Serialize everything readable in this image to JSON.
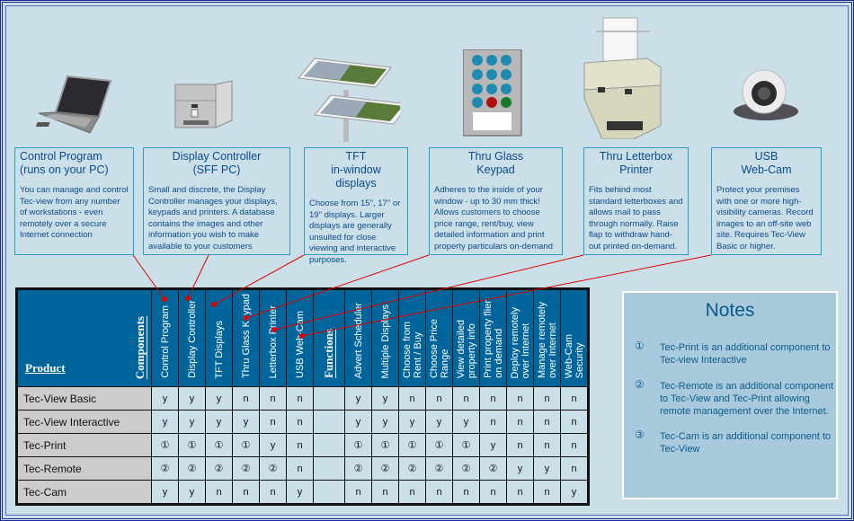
{
  "cards": [
    {
      "title": "Control Program\n(runs on your PC)",
      "title_line1": "Control Program",
      "title_line2": "(runs on your PC)",
      "description": "You can manage and control Tec-view from any number of workstations - even remotely over a secure Internet connection"
    },
    {
      "title_line1": "Display Controller",
      "title_line2": "(SFF PC)",
      "description": "Small and discrete, the Display Controller manages your displays, keypads and printers. A database contains the images and other information you wish to make available to your customers"
    },
    {
      "title_line1": "TFT",
      "title_line2": "in-window displays",
      "description": "Choose from 15\", 17\" or 19\" displays. Larger displays are generally unsuited for close viewing and interactive purposes."
    },
    {
      "title_line1": "Thru Glass",
      "title_line2": "Keypad",
      "description": "Adheres to the inside of your window - up to 30 mm thick! Allows customers to choose price range, rent/buy, view detailed information and print property particulars on-demand"
    },
    {
      "title_line1": "Thru Letterbox",
      "title_line2": "Printer",
      "description": "Fits behind most standard letterboxes and allows mail to pass through normally. Raise flap to withdraw hand-out printed on-demand."
    },
    {
      "title_line1": "USB",
      "title_line2": "Web-Cam",
      "description": "Protect your premises with one or more high-visibility cameras. Record images to an off-site web site. Requires Tec-View Basic or higher."
    }
  ],
  "images": [
    "laptop-image",
    "sff-pc-image",
    "tft-displays-image",
    "keypad-image",
    "letterbox-printer-image",
    "webcam-image"
  ],
  "table": {
    "product_header": "Product",
    "components_header": "Components",
    "functions_header": "Functions",
    "components": [
      "Control Program",
      "Display Controller",
      "TFT Displays",
      "Thru Glass Keypad",
      "Letterbox Printer",
      "USB Web-Cam"
    ],
    "functions": [
      "Advert Scheduler",
      "Multiple Displays",
      "Choose from\nRent / Buy",
      "Choose Price\nRange",
      "View detailed\nproperty info",
      "Print property flier\non demand",
      "Deploy  remotely\nover Internet",
      "Manage  remotely\nover Internet",
      "Web-Cam\nSecurity"
    ],
    "rows": [
      {
        "product": "Tec-View Basic",
        "components": [
          "y",
          "y",
          "y",
          "n",
          "n",
          "n"
        ],
        "functions": [
          "y",
          "y",
          "n",
          "n",
          "n",
          "n",
          "n",
          "n",
          "n"
        ]
      },
      {
        "product": "Tec-View Interactive",
        "components": [
          "y",
          "y",
          "y",
          "y",
          "n",
          "n"
        ],
        "functions": [
          "y",
          "y",
          "y",
          "y",
          "y",
          "n",
          "n",
          "n",
          "n"
        ]
      },
      {
        "product": "Tec-Print",
        "components": [
          "①",
          "①",
          "①",
          "①",
          "y",
          "n"
        ],
        "functions": [
          "①",
          "①",
          "①",
          "①",
          "①",
          "y",
          "n",
          "n",
          "n"
        ]
      },
      {
        "product": "Tec-Remote",
        "components": [
          "②",
          "②",
          "②",
          "②",
          "②",
          "n"
        ],
        "functions": [
          "②",
          "②",
          "②",
          "②",
          "②",
          "②",
          "y",
          "y",
          "n"
        ]
      },
      {
        "product": "Tec-Cam",
        "components": [
          "y",
          "y",
          "n",
          "n",
          "n",
          "y"
        ],
        "functions": [
          "n",
          "n",
          "n",
          "n",
          "n",
          "n",
          "n",
          "n",
          "y"
        ]
      }
    ]
  },
  "notes": {
    "title": "Notes",
    "items": [
      {
        "num": "①",
        "text": "Tec-Print is an additional component to Tec-view Interactive"
      },
      {
        "num": "②",
        "text": "Tec-Remote is an additional component to Tec-View and Tec-Print allowing remote management over the Internet."
      },
      {
        "num": "③",
        "text": "Tec-Cam is an additional component to Tec-View"
      }
    ]
  },
  "colors": {
    "background": "#cbdfe8",
    "header_blue": "#00659a",
    "card_border": "#2a9cc8",
    "connector_red": "#e00000",
    "notes_bg": "#a9cadc",
    "frame": "#1c2a8c"
  }
}
